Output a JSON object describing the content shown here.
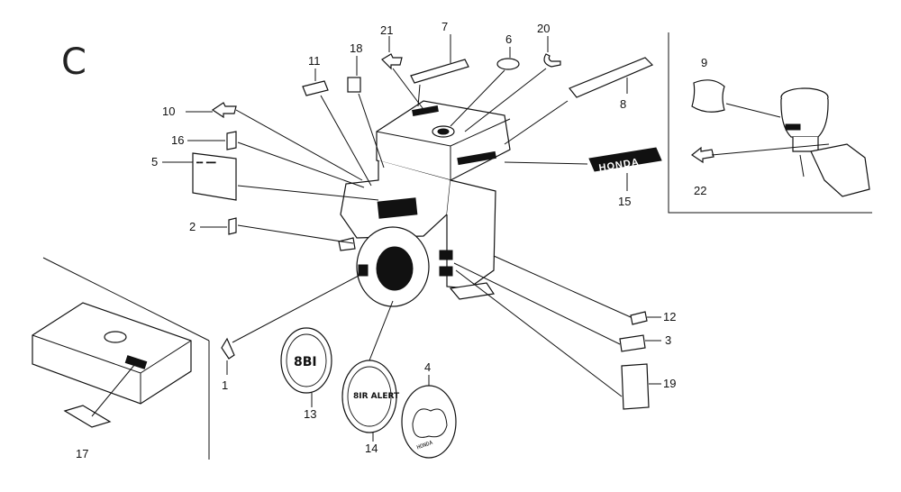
{
  "diagram": {
    "section_letter": "C",
    "labels": {
      "d_shell": "5",
      "d_tank": "17",
      "d_inset": "9",
      "p1": "1",
      "p2": "2",
      "p3": "3",
      "p4": "4",
      "p5": "5",
      "p6": "6",
      "p7": "7",
      "p8": "8",
      "p9": "9",
      "p10": "10",
      "p11": "11",
      "p12": "12",
      "p13": "13",
      "p14": "14",
      "p15": "15",
      "p16": "16",
      "p17": "17",
      "p18": "18",
      "p19": "19",
      "p20": "20",
      "p21": "21",
      "p22": "22"
    },
    "emblem_text": {
      "brand_plate": "HONDA",
      "badge_13": "8BI",
      "badge_14": "8IR ALERT",
      "badge_4": "HONDA"
    }
  },
  "colors": {
    "ink": "#111111",
    "paper": "#ffffff"
  }
}
